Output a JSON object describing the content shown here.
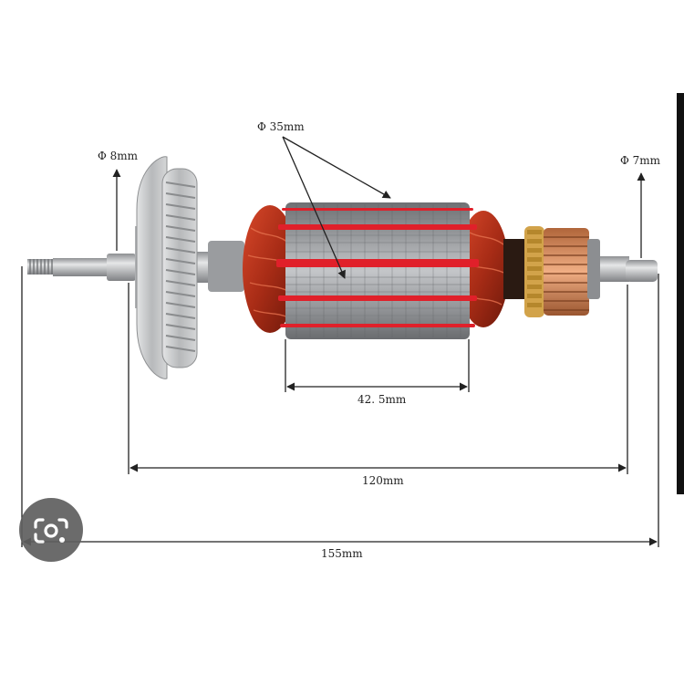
{
  "dimensions": {
    "front_shaft_diameter": "Φ 8mm",
    "armature_diameter": "Φ 35mm",
    "rear_shaft_diameter": "Φ 7mm",
    "core_length": "42. 5mm",
    "bearing_span": "120mm",
    "overall_length": "155mm"
  },
  "colors": {
    "winding": "#c8371f",
    "winding_dark": "#7a1e10",
    "core_steel": "#9c9ea2",
    "slot_red": "#e0202a",
    "fan_gray": "#c9cbcc",
    "shaft_metal": "#b5b7ba",
    "commutator_copper": "#d98a5a",
    "dimension_line": "#222222"
  },
  "icons": {
    "lens": "google-lens-icon"
  }
}
